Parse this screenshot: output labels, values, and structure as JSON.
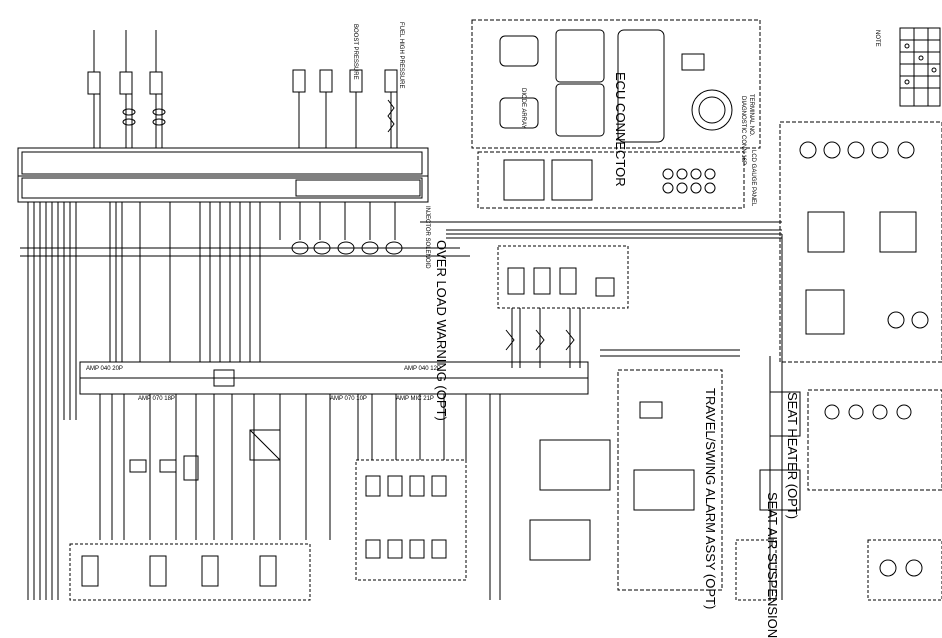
{
  "diagram": {
    "labels": {
      "ecu_connector": "ECU CONNECTOR",
      "over_load_warning": "OVER LOAD WARNING (OPT)",
      "travel_swing_alarm": "TRAVEL/SWING ALARM ASSY (OPT)",
      "seat_heater": "SEAT HEATER (OPT)",
      "seat_air_suspension": "SEAT AIR SUSPENSION",
      "amp_040_12p": "AMP 040 12P",
      "amp_040_20p": "AMP 040 20P",
      "amp_070_18p": "AMP 070 18P",
      "amp_070_10p": "AMP 070 10P",
      "amp_mic_21p": "AMP MIC 21P",
      "diode_array": "DIODE ARRAY",
      "lcd_gauge_panel": "LCD GAUGE PANEL",
      "terminal_no": "TERMINAL NO.",
      "diagnostic_conn": "DIAGNOSTIC CONN 16P",
      "fuel_high_pressure": "FUEL HIGH PRESSURE",
      "boost_pressure": "BOOST PRESSURE",
      "injector_solenoid": "INJECTOR SOLENOID",
      "note": "NOTE"
    }
  }
}
